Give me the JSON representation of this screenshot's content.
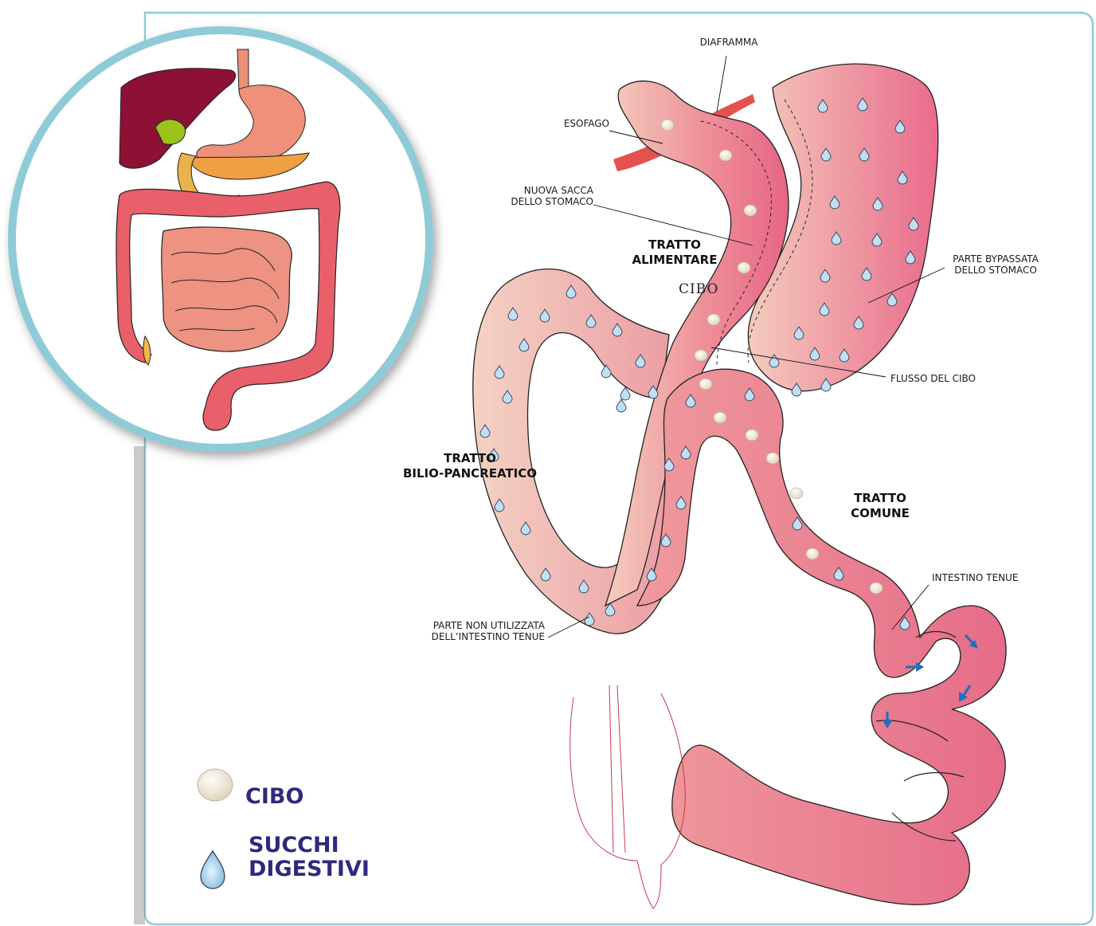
{
  "colors": {
    "frame": "#8fcbd6",
    "tract_light": "#f2c6b8",
    "tract_pink": "#ee8a96",
    "tract_deep": "#e76585",
    "diaphragm": "#e4514e",
    "drop": "#a9d6f0",
    "food": "#f3eee0",
    "arrow_blue": "#1e6fc0",
    "legend_text": "#2e2a7e"
  },
  "labels": {
    "diaframma": "DIAFRAMMA",
    "esofago": "ESOFAGO",
    "nuova_sacca": [
      "NUOVA SACCA",
      "DELLO STOMACO"
    ],
    "tratto_alimentare": [
      "TRATTO",
      "ALIMENTARE"
    ],
    "cibo_center": "CIBO",
    "parte_bypassata": [
      "PARTE BYPASSATA",
      "DELLO STOMACO"
    ],
    "flusso_cibo": "FLUSSO DEL CIBO",
    "tratto_bilio": [
      "TRATTO",
      "BILIO-PANCREATICO"
    ],
    "tratto_comune": [
      "TRATTO",
      "COMUNE"
    ],
    "intestino_tenue": "INTESTINO TENUE",
    "parte_non_utilizzata": [
      "PARTE NON UTILIZZATA",
      "DELL’INTESTINO TENUE"
    ]
  },
  "legend": {
    "food_label": "CIBO",
    "juice_label": [
      "SUCCHI",
      "DIGESTIVI"
    ],
    "food_icon": "food-piece-icon",
    "juice_icon": "digestive-drop-icon"
  },
  "inset": {
    "icon": "digestive-system-overview-icon"
  }
}
